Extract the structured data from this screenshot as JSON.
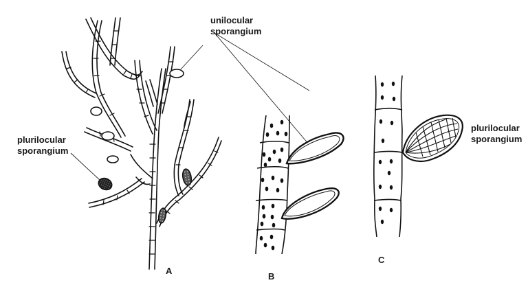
{
  "figure": {
    "panels": [
      {
        "id": "A",
        "label": "A",
        "description": "branched filamentous thallus bearing unilocular and plurilocular sporangia"
      },
      {
        "id": "B",
        "label": "B",
        "description": "portion of filament with two unilocular sporangia"
      },
      {
        "id": "C",
        "label": "C",
        "description": "portion of filament with one plurilocular sporangium"
      }
    ],
    "annotations": {
      "unilocular": {
        "line1": "unilocular",
        "line2": "sporangium"
      },
      "plurilocular_a": {
        "line1": "plurilocular",
        "line2": "sporangium"
      },
      "plurilocular_c": {
        "line1": "plurilocular",
        "line2": "sporangium"
      }
    },
    "colors": {
      "ink": "#111111",
      "background": "#ffffff",
      "label": "#1a1a1a"
    }
  }
}
